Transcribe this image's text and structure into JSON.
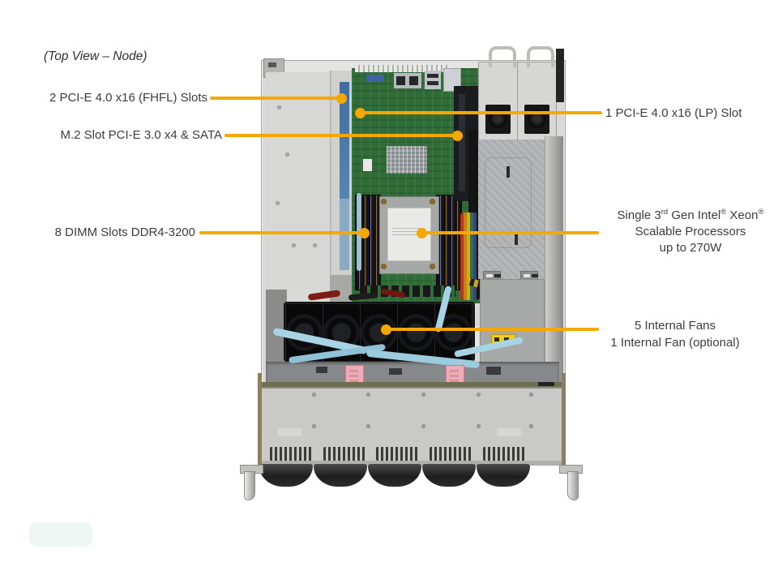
{
  "title": "(Top View – Node)",
  "accent_color": "#F5A804",
  "callouts": {
    "pcie_fhfl": "2 PCI-E 4.0 x16 (FHFL) Slots",
    "m2": "M.2 Slot PCI-E 3.0 x4 & SATA",
    "dimm": "8 DIMM Slots DDR4-3200",
    "pcie_lp": "1 PCI-E 4.0 x16 (LP) Slot",
    "cpu": {
      "l1a": "Single 3",
      "l1b": "rd",
      "l1c": " Gen Intel",
      "l1d": "®",
      "l1e": " Xeon",
      "l1f": "®",
      "l2": "Scalable Processors",
      "l3": "up to 270W"
    },
    "fans": {
      "l1": "5 Internal Fans",
      "l2": "1 Internal Fan (optional)"
    }
  }
}
